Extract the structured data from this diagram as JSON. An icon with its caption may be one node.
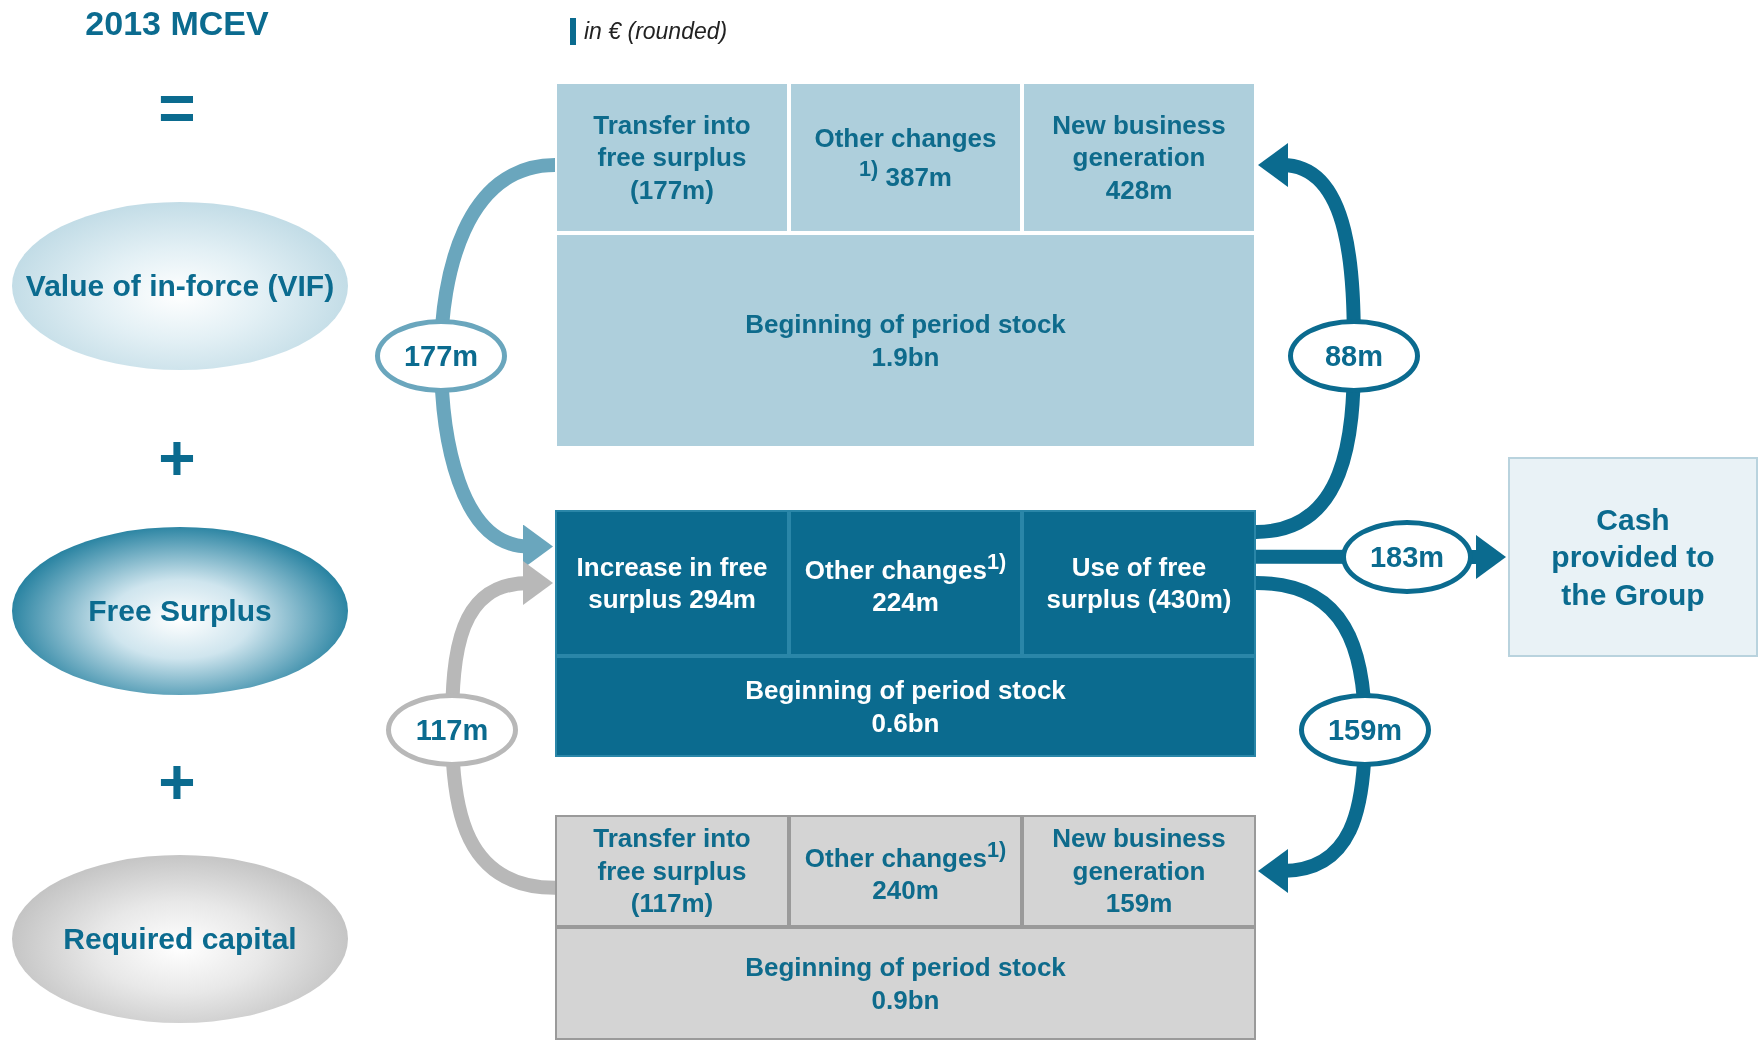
{
  "diagram": {
    "title": "2013 MCEV",
    "nodes": [
      {
        "text": [
          "Value of in-force (VIF)"
        ]
      },
      {
        "text": [
          "Free Surplus"
        ]
      },
      {
        "text": [
          "Required capital"
        ]
      },
      {
        "text": [
          "Transfer into free surplus (177m)"
        ]
      },
      {
        "text": [
          "Other changes $^{1)}$ 387m"
        ]
      },
      {
        "text": [
          "New business generation 428m"
        ]
      },
      {
        "text": [
          "Beginning of period stock 1.9bn"
        ]
      },
      {
        "text": [
          "Increase in free surplus 294m"
        ]
      },
      {
        "text": [
          "Other changes$^{1)}$ 224m"
        ]
      },
      {
        "text": [
          "Use of free surplus (430m)"
        ]
      },
      {
        "text": [
          "Beginning of period stock 0.6bn"
        ]
      },
      {
        "text": [
          "Transfer into free surplus (117m)"
        ]
      },
      {
        "text": [
          "Other changes$^{1)}$ 240m"
        ]
      },
      {
        "text": [
          "New business generation 159m"
        ]
      },
      {
        "text": [
          "Beginning of period stock 0.9bn"
        ]
      },
      {
        "text": [
          "Cash provided to the Group"
        ]
      }
    ],
    "edges": [
      {
        "from": 3,
        "to": 7,
        "arrow": "to",
        "label": "177m",
        "color": "#6aa6bd"
      },
      {
        "from": 11,
        "to": 7,
        "arrow": "to",
        "label": "117m",
        "color": "#b8b8b8"
      },
      {
        "from": 9,
        "to": 5,
        "arrow": "to",
        "label": "88m"
      },
      {
        "from": 9,
        "to": 15,
        "arrow": "to",
        "label": "183m"
      },
      {
        "from": 9,
        "to": 13,
        "arrow": "to",
        "label": "159m"
      }
    ],
    "labels": [
      "in € (rounded)",
      "=",
      "+",
      "+"
    ]
  }
}
